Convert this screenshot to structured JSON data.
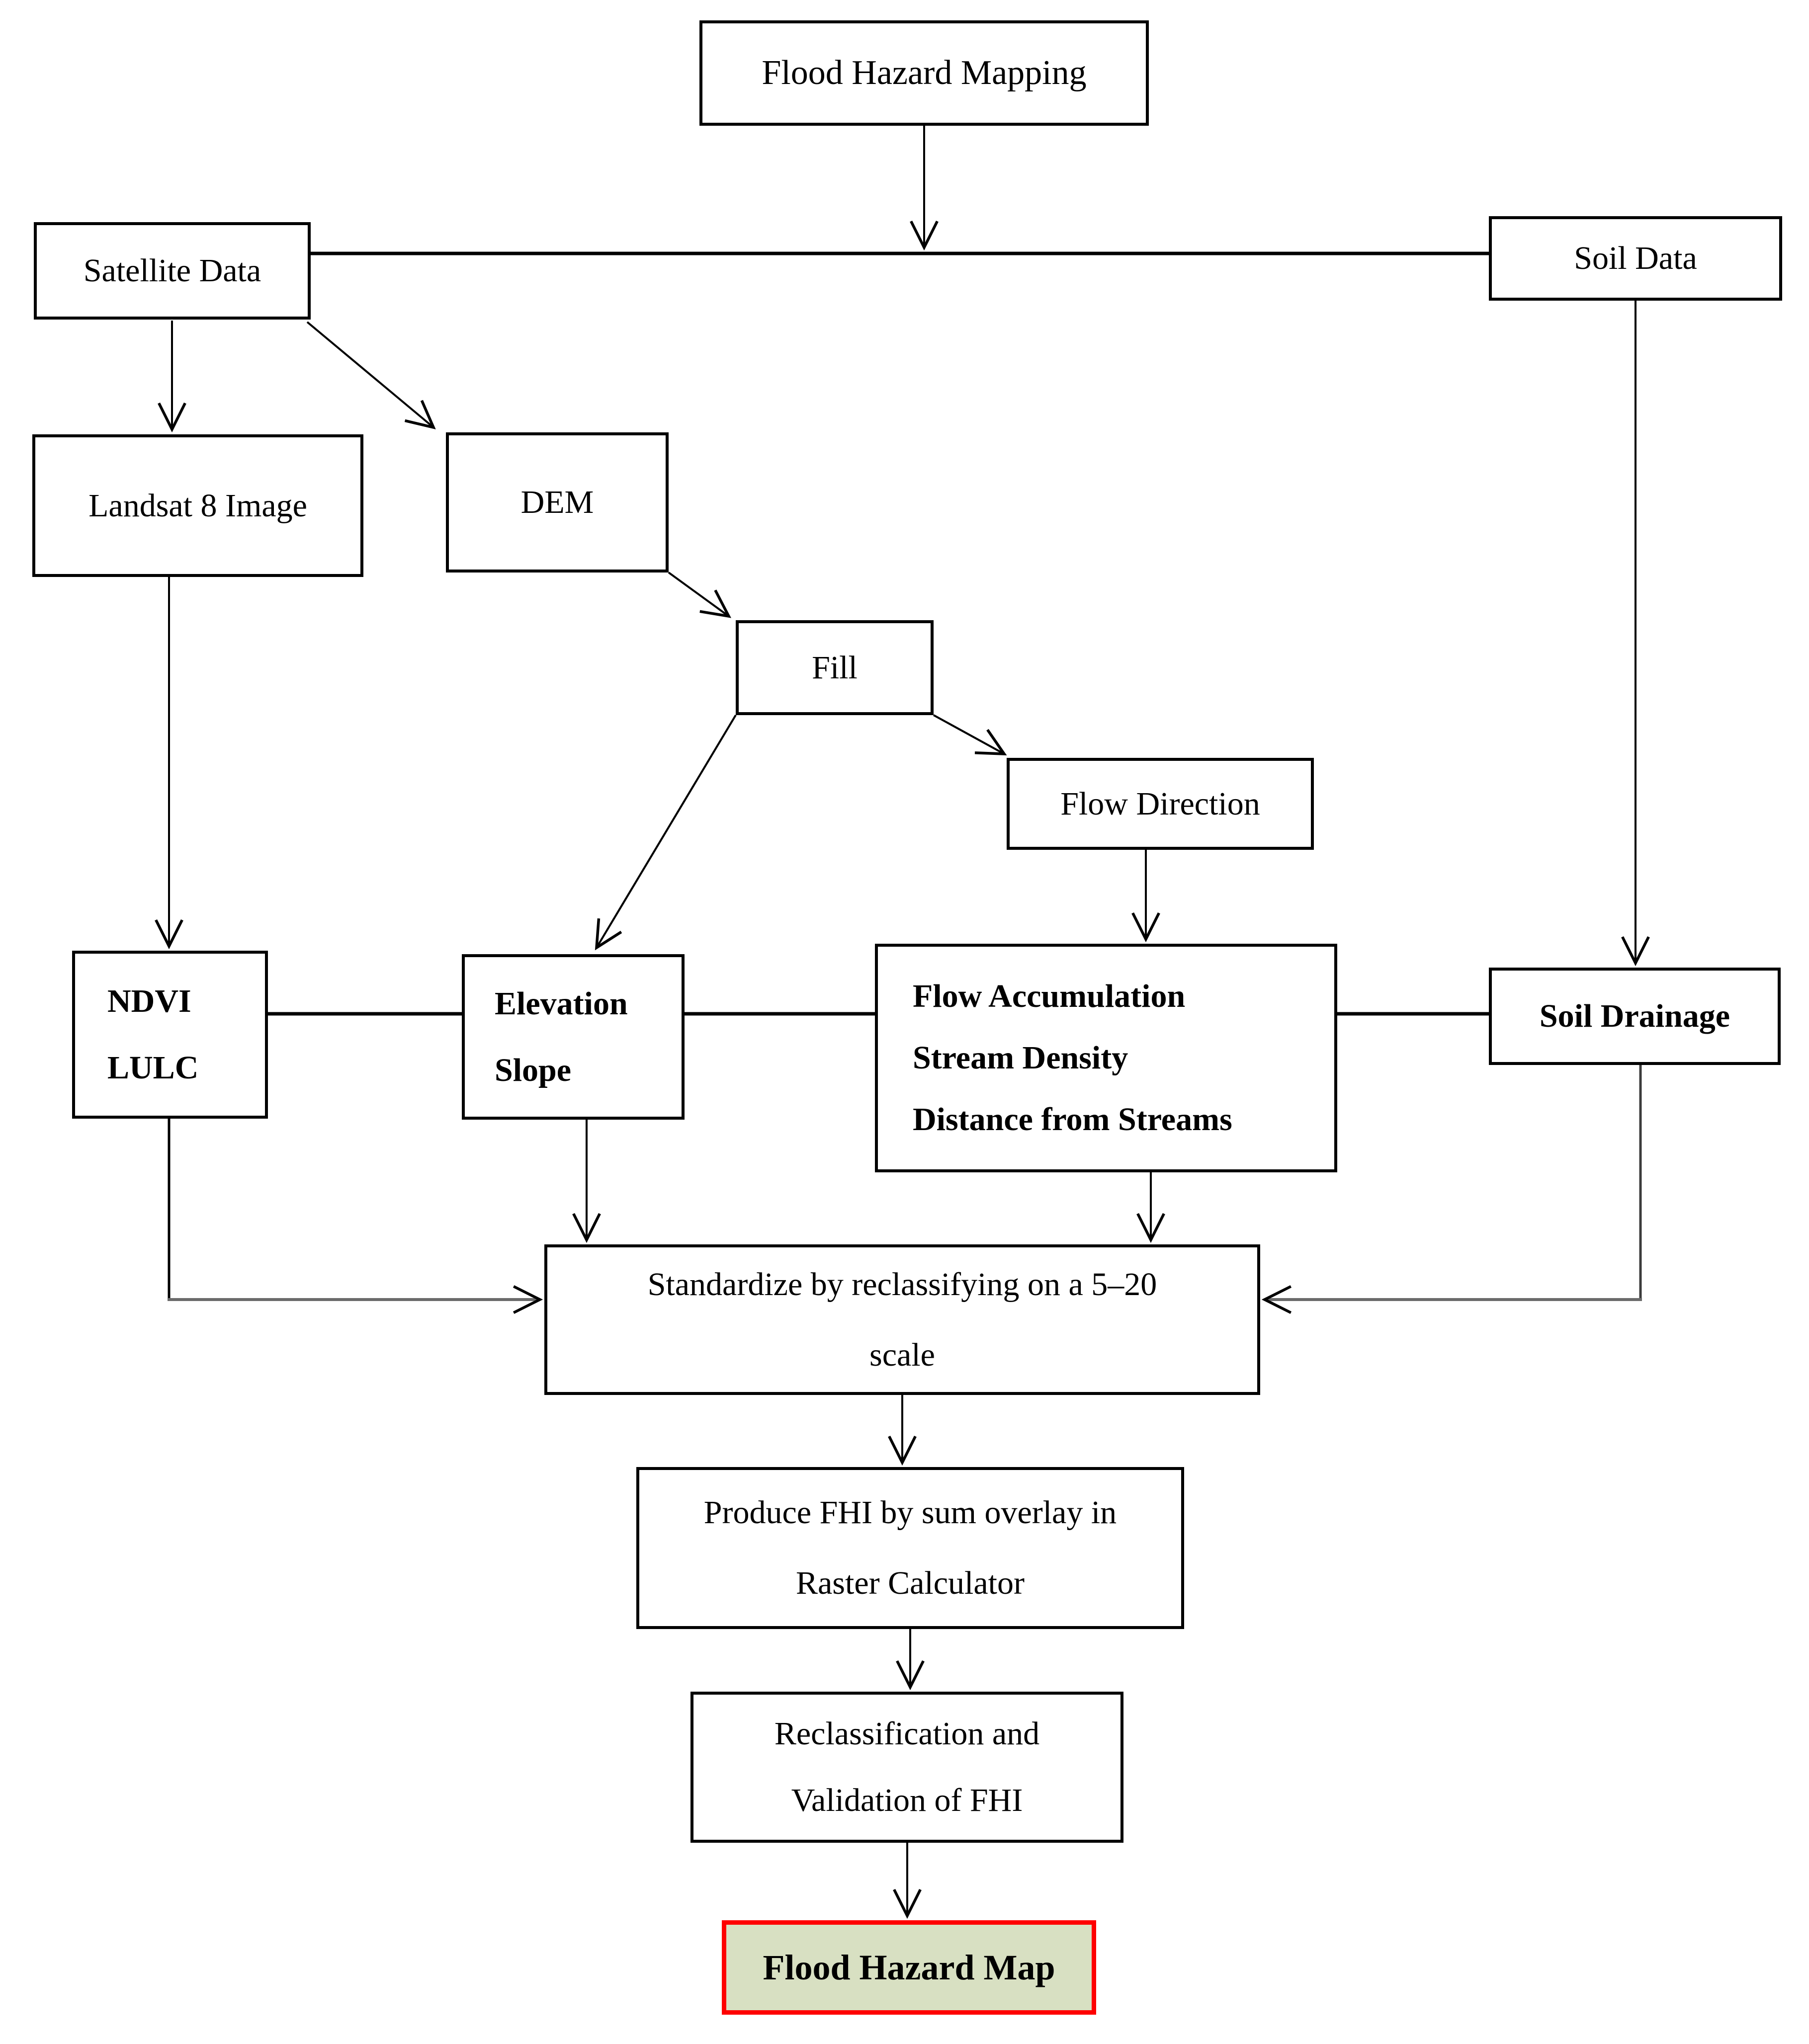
{
  "nodes": {
    "flood_hazard_mapping": {
      "label": "Flood Hazard Mapping"
    },
    "satellite_data": {
      "label": "Satellite Data"
    },
    "soil_data": {
      "label": "Soil Data"
    },
    "landsat8_image": {
      "label": "Landsat 8 Image"
    },
    "dem": {
      "label": "DEM"
    },
    "fill": {
      "label": "Fill"
    },
    "flow_direction": {
      "label": "Flow Direction"
    },
    "ndvi_lulc": {
      "line1": "NDVI",
      "line2": "LULC"
    },
    "elevation_slope": {
      "line1": "Elevation",
      "line2": "Slope"
    },
    "flow_accumulation": {
      "line1": "Flow Accumulation",
      "line2": "Stream Density",
      "line3": "Distance from Streams"
    },
    "soil_drainage": {
      "label": "Soil Drainage"
    },
    "standardize": {
      "line1": "Standardize by reclassifying on a 5–20",
      "line2": "scale"
    },
    "produce_fhi": {
      "line1": "Produce FHI by sum overlay in",
      "line2": "Raster Calculator"
    },
    "reclassification": {
      "line1": "Reclassification and",
      "line2": "Validation of FHI"
    },
    "flood_hazard_map": {
      "label": "Flood Hazard Map"
    }
  },
  "colors": {
    "box_border": "#000000",
    "connector": "#000000",
    "elbow_gray": "#6b6b6b",
    "final_box_fill": "#d8e0c2",
    "final_box_border": "#fe0000",
    "text": "#000000",
    "background": "#ffffff"
  }
}
